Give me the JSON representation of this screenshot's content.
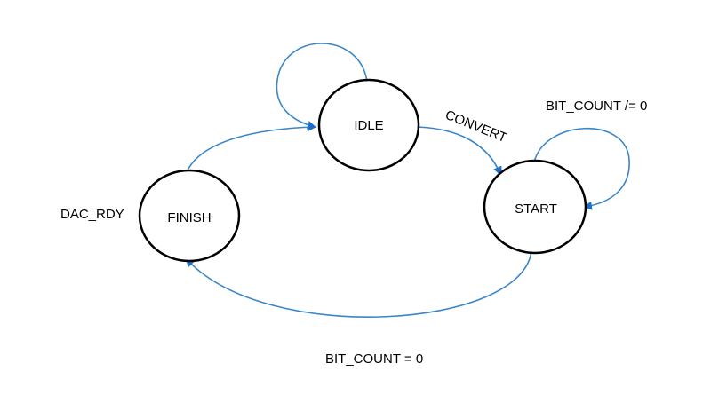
{
  "diagram": {
    "states": {
      "idle": "IDLE",
      "start": "START",
      "finish": "FINISH"
    },
    "labels": {
      "convert": "CONVERT",
      "bit_count_not_zero": "BIT_COUNT /= 0",
      "bit_count_zero": "BIT_COUNT = 0",
      "dac_rdy": "DAC_RDY"
    },
    "colors": {
      "arrow": "#3a86c8",
      "arrowhead": "#1f6fc4",
      "state_stroke": "#000000",
      "background": "#ffffff"
    }
  }
}
